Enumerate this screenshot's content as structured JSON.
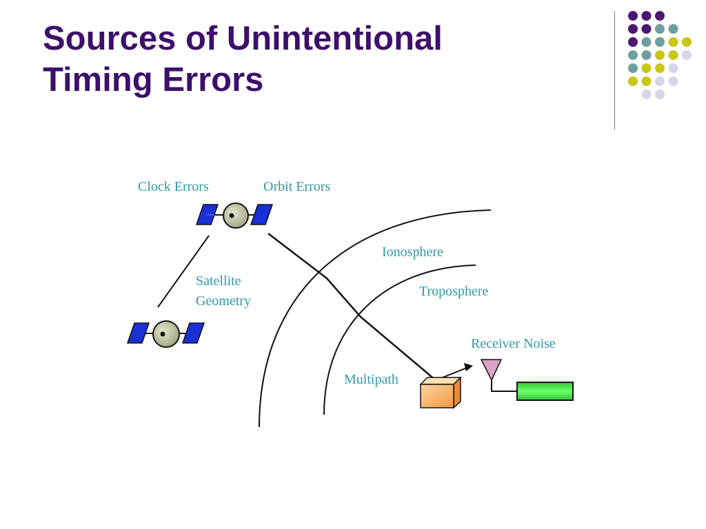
{
  "slide": {
    "title_line1": "Sources of Unintentional",
    "title_line2": "Timing Errors"
  },
  "diagram": {
    "labels": {
      "clock_errors": "Clock Errors",
      "orbit_errors": "Orbit Errors",
      "satellite_geometry_line1": "Satellite",
      "satellite_geometry_line2": "Geometry",
      "ionosphere": "Ionosphere",
      "troposphere": "Troposphere",
      "multipath": "Multipath",
      "receiver_noise": "Receiver Noise"
    },
    "icons": [
      "satellite-icon",
      "satellite-icon",
      "multipath-box-icon",
      "antenna-icon",
      "receiver-icon"
    ]
  },
  "colors": {
    "title": "#3d0f6b",
    "label": "#2e9aa6",
    "dot_purple": "#4b1672",
    "dot_teal": "#6f9e9e",
    "dot_yellow": "#c9c617",
    "dot_lavender": "#d6d6e8",
    "satellite_panel": "#1b2fd6",
    "satellite_body": "#bdbf9e",
    "box": "#f9b06e",
    "receiver": "#3ff03f"
  }
}
